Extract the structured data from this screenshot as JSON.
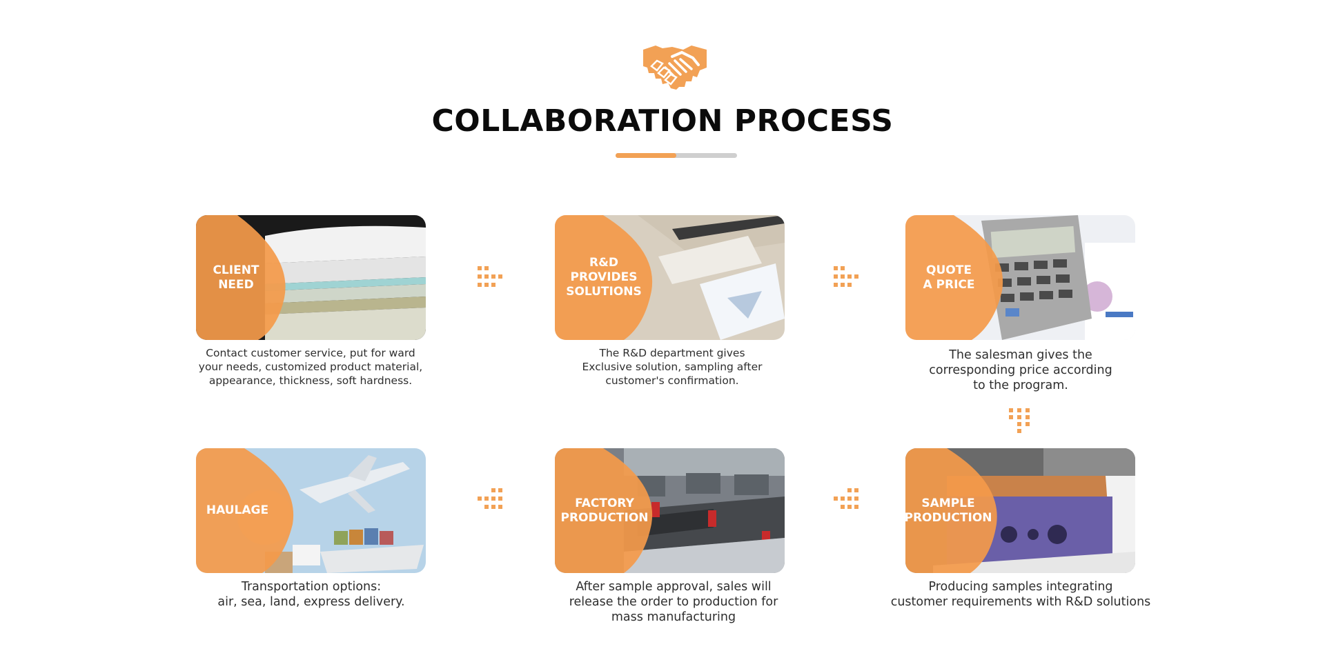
{
  "header": {
    "logo_icon": "handshake-icon",
    "title": "COLLABORATION PROCESS",
    "accent_color": "#f2a155",
    "underline_progress": 0.5
  },
  "steps": [
    {
      "label": "CLIENT\nNEED",
      "description": "Contact customer service, put for ward\nyour needs, customized product material,\nappearance, thickness, soft hardness.",
      "image": "mattress-layers-photo"
    },
    {
      "label": "R&D PROVIDES\nSOLUTIONS",
      "description": "The R&D department gives\nExclusive solution, sampling after\ncustomer's confirmation.",
      "image": "design-documents-photo"
    },
    {
      "label": "QUOTE\nA PRICE",
      "description": "The salesman gives the\ncorresponding price according\nto the program.",
      "image": "calculator-photo"
    },
    {
      "label": "SAMPLE\nPRODUCTION",
      "description": "Producing samples integrating\ncustomer requirements with R&D solutions",
      "image": "sample-mattress-photo"
    },
    {
      "label": "FACTORY\nPRODUCTION",
      "description": "After sample approval, sales will\nrelease the order to production for\nmass manufacturing",
      "image": "factory-floor-photo"
    },
    {
      "label": "HAULAGE",
      "description": "Transportation options:\nair, sea, land, express delivery.",
      "image": "airplane-ship-trucks-photo"
    }
  ]
}
